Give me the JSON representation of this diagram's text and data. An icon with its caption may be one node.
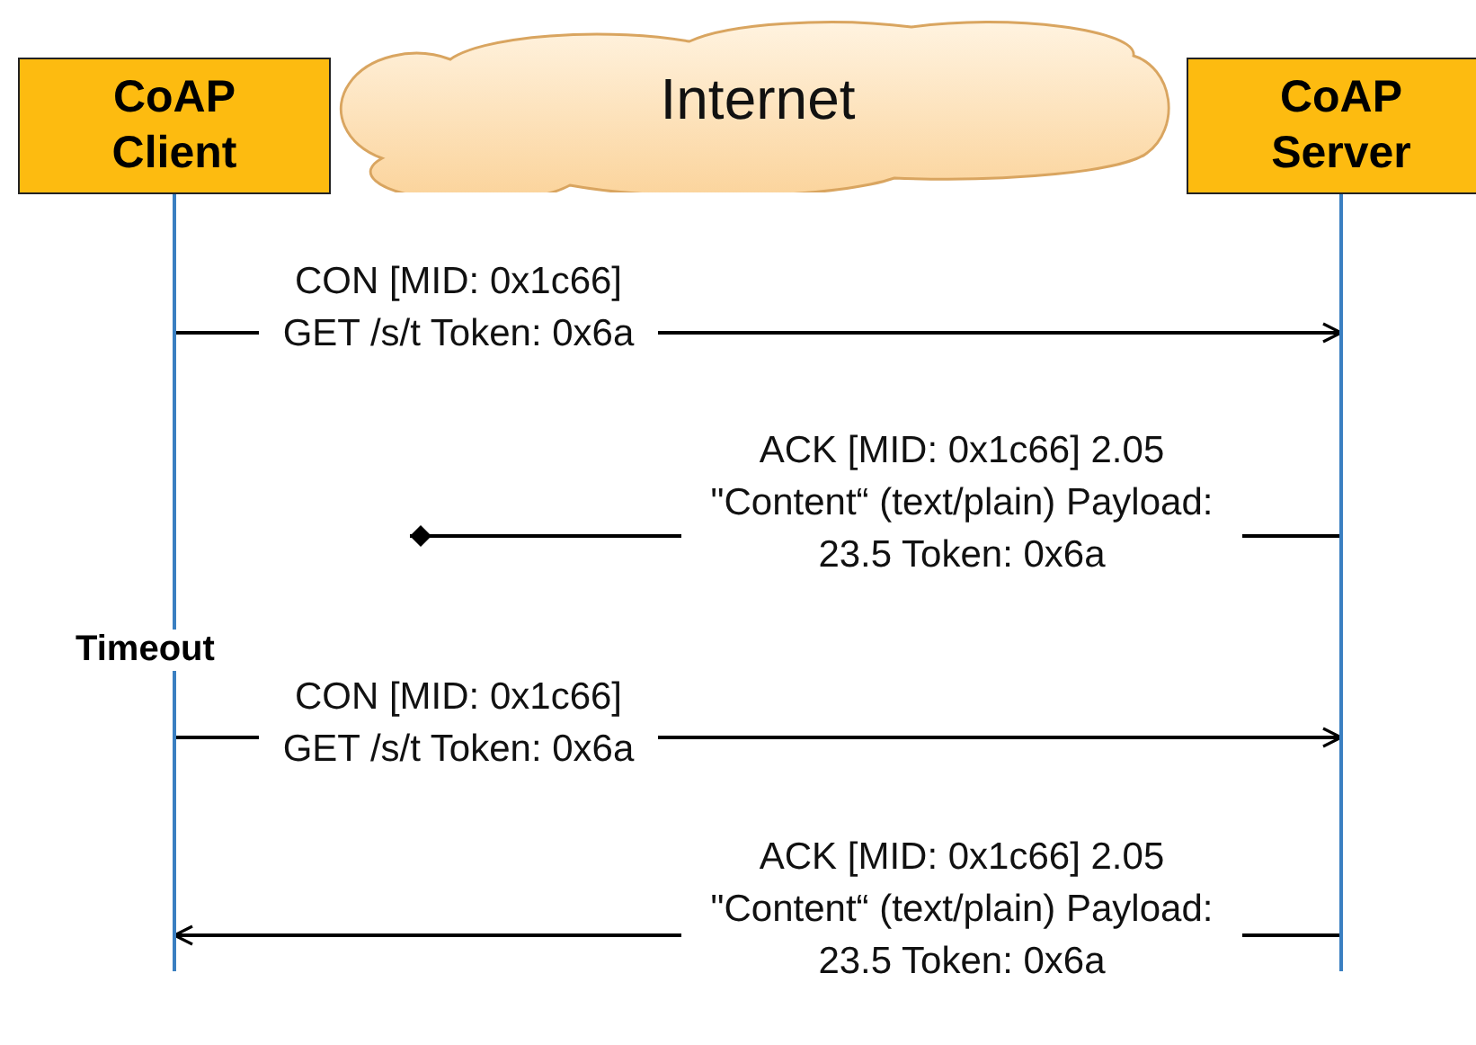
{
  "diagram": {
    "nodes": [
      {
        "text": [
          "CoAP Client"
        ]
      },
      {
        "text": [
          "CoAP Server"
        ]
      },
      {
        "text": [
          "Internet"
        ]
      }
    ],
    "edges": [
      {
        "from": 0,
        "to": 1,
        "arrow": "to",
        "label": "CON [MID: 0x1c66] GET /s/t Token: 0x6a"
      },
      {
        "from": 1,
        "to": null,
        "arrow": "other",
        "label": "ACK [MID: 0x1c66] 2.05 \"Content“ (text/plain) Payload: 23.5 Token: 0x6a"
      },
      {
        "from": 0,
        "to": 1,
        "arrow": "to",
        "label": "CON [MID: 0x1c66] GET /s/t Token: 0x6a"
      },
      {
        "from": 1,
        "to": 0,
        "arrow": "to",
        "label": "ACK [MID: 0x1c66] 2.05 \"Content“ (text/plain) Payload: 23.5 Token: 0x6a"
      }
    ],
    "labels": [
      "Timeout"
    ]
  }
}
